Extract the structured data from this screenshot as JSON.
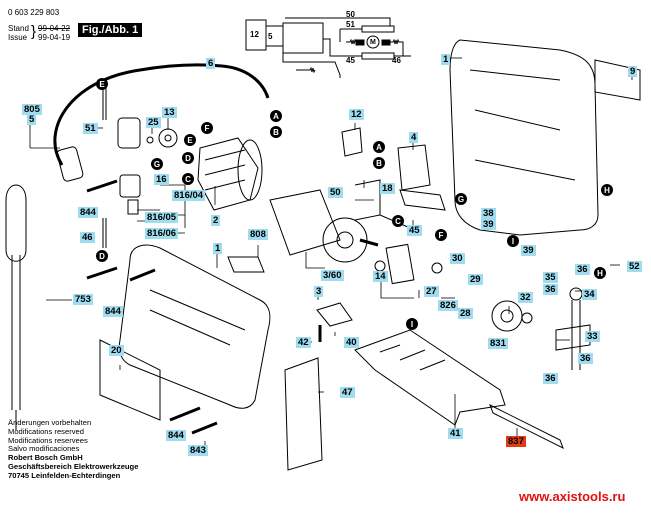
{
  "header": {
    "part_number": "0 603 229 803",
    "stand_label": "Stand",
    "issue_label": "Issue",
    "stand_value": "99-04-22",
    "issue_value": "99-04-19",
    "figure_title": "Fig./Abb. 1"
  },
  "wiring": {
    "switch_label": "12",
    "labels": [
      "5",
      "50",
      "51",
      "45",
      "46"
    ],
    "motor_symbol": "M"
  },
  "part_labels": {
    "p805_5": "805\n5",
    "p805": "805",
    "p5": "5",
    "p6": "6",
    "p51": "51",
    "p25": "25",
    "p13": "13",
    "p16": "16",
    "p816_04": "816/04",
    "p816_05": "816/05",
    "p816_06": "816/06",
    "p844a": "844",
    "p46": "46",
    "p753": "753",
    "p2": "2",
    "p808": "808",
    "p1a": "1",
    "p844b": "844",
    "p3_60": "3/60",
    "p3": "3",
    "p12": "12",
    "p4": "4",
    "p18": "18",
    "p50": "50",
    "p45": "45",
    "p1b": "1",
    "p9": "9",
    "p38": "38",
    "p39a": "39",
    "p39b": "39",
    "p52": "52",
    "p14": "14",
    "p30": "30",
    "p29": "29",
    "p27": "27",
    "p826": "826",
    "p28": "28",
    "p32": "32",
    "p35": "35",
    "p36a": "36",
    "p36b": "36",
    "p34": "34",
    "p33": "33",
    "p831": "831",
    "p36c": "36",
    "p36d": "36",
    "p42": "42",
    "p40": "40",
    "p20": "20",
    "p47": "47",
    "p41": "41",
    "p837": "837",
    "p844c": "844",
    "p843": "843"
  },
  "connectors": {
    "A": "A",
    "B": "B",
    "C": "C",
    "D": "D",
    "E": "E",
    "F": "F",
    "G": "G",
    "H": "H",
    "I": "I"
  },
  "footer": {
    "lines": [
      "Änderungen vorbehalten",
      "Modifications reserved",
      "Modifications reservees",
      "Salvo modificaciones"
    ],
    "company": "Robert Bosch GmbH",
    "division": "Geschäftsbereich Elektrowerkzeuge",
    "address": "70745 Leinfelden-Echterdingen"
  },
  "watermark": "www.axistools.ru",
  "colors": {
    "label_bg": "#9fdcef",
    "highlight_label_bg": "#e23a12",
    "watermark": "#e31010"
  }
}
